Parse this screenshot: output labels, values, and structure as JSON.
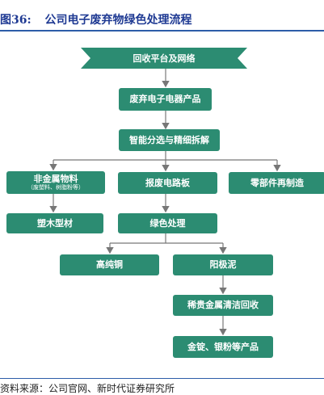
{
  "figure": {
    "number": "图36:",
    "title": "公司电子废弃物绿色处理流程"
  },
  "colors": {
    "node": "#2c8c72",
    "line": "#777777",
    "accent": "#1f3a93"
  },
  "nodes": {
    "recycle_platform": "回收平台及网络",
    "ewaste_products": "废弃电子电器产品",
    "smart_sorting": "智能分选与精细拆解",
    "nonferrous": "非金属物料",
    "nonferrous_sub": "（废塑料、树脂粉等）",
    "scrap_pcb": "报废电路板",
    "parts_remanufacture": "零部件再制造",
    "wood_plastic": "塑木型材",
    "green_treatment": "绿色处理",
    "high_purity_copper": "高纯铜",
    "anode_mud": "阳极泥",
    "precious_metal_recovery": "稀贵金属清洁回收",
    "gold_silver_products": "金锭、银粉等产品"
  },
  "source": "资料来源：公司官网、新时代证券研究所"
}
